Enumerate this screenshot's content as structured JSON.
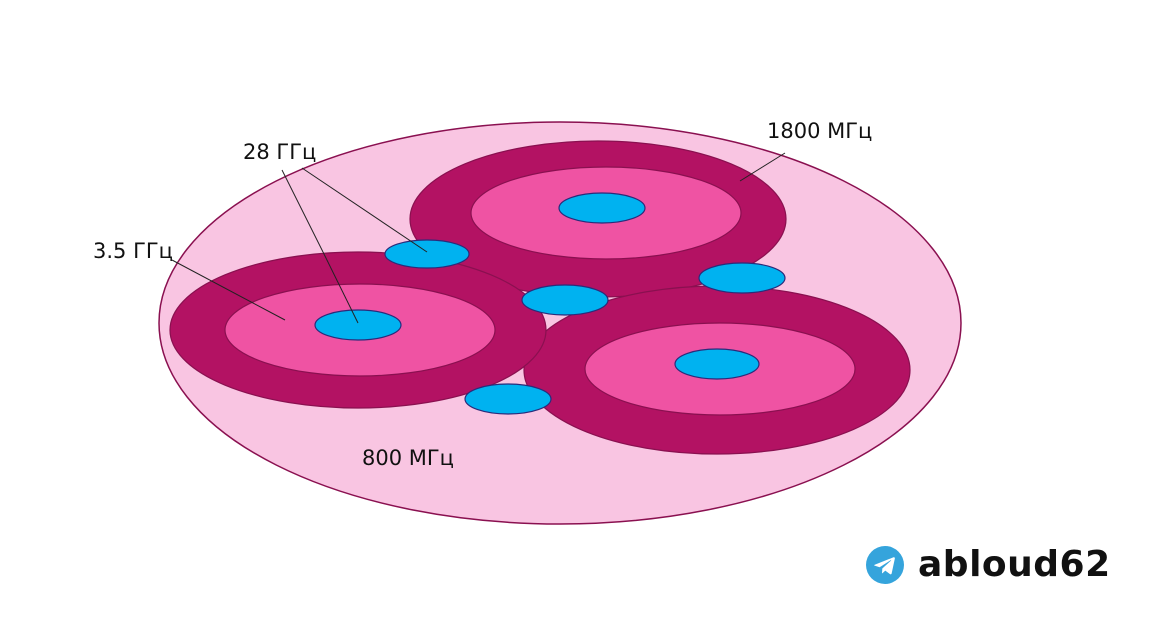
{
  "labels": {
    "band_1800": "1800 МГц",
    "band_28": "28 ГГц",
    "band_3_5": "3.5 ГГц",
    "band_800": "800 МГц"
  },
  "brand": {
    "name": "abloud62",
    "icon": "telegram-icon"
  },
  "colors": {
    "macro_fill": "#f9c5e2",
    "outline": "#8a1050",
    "ring_outer": "#b31263",
    "ring_inner": "#ef53a3",
    "small_cell": "#00b2f0",
    "small_cell_outline": "#2b2b7a",
    "telegram_blue": "#35a4dc"
  }
}
